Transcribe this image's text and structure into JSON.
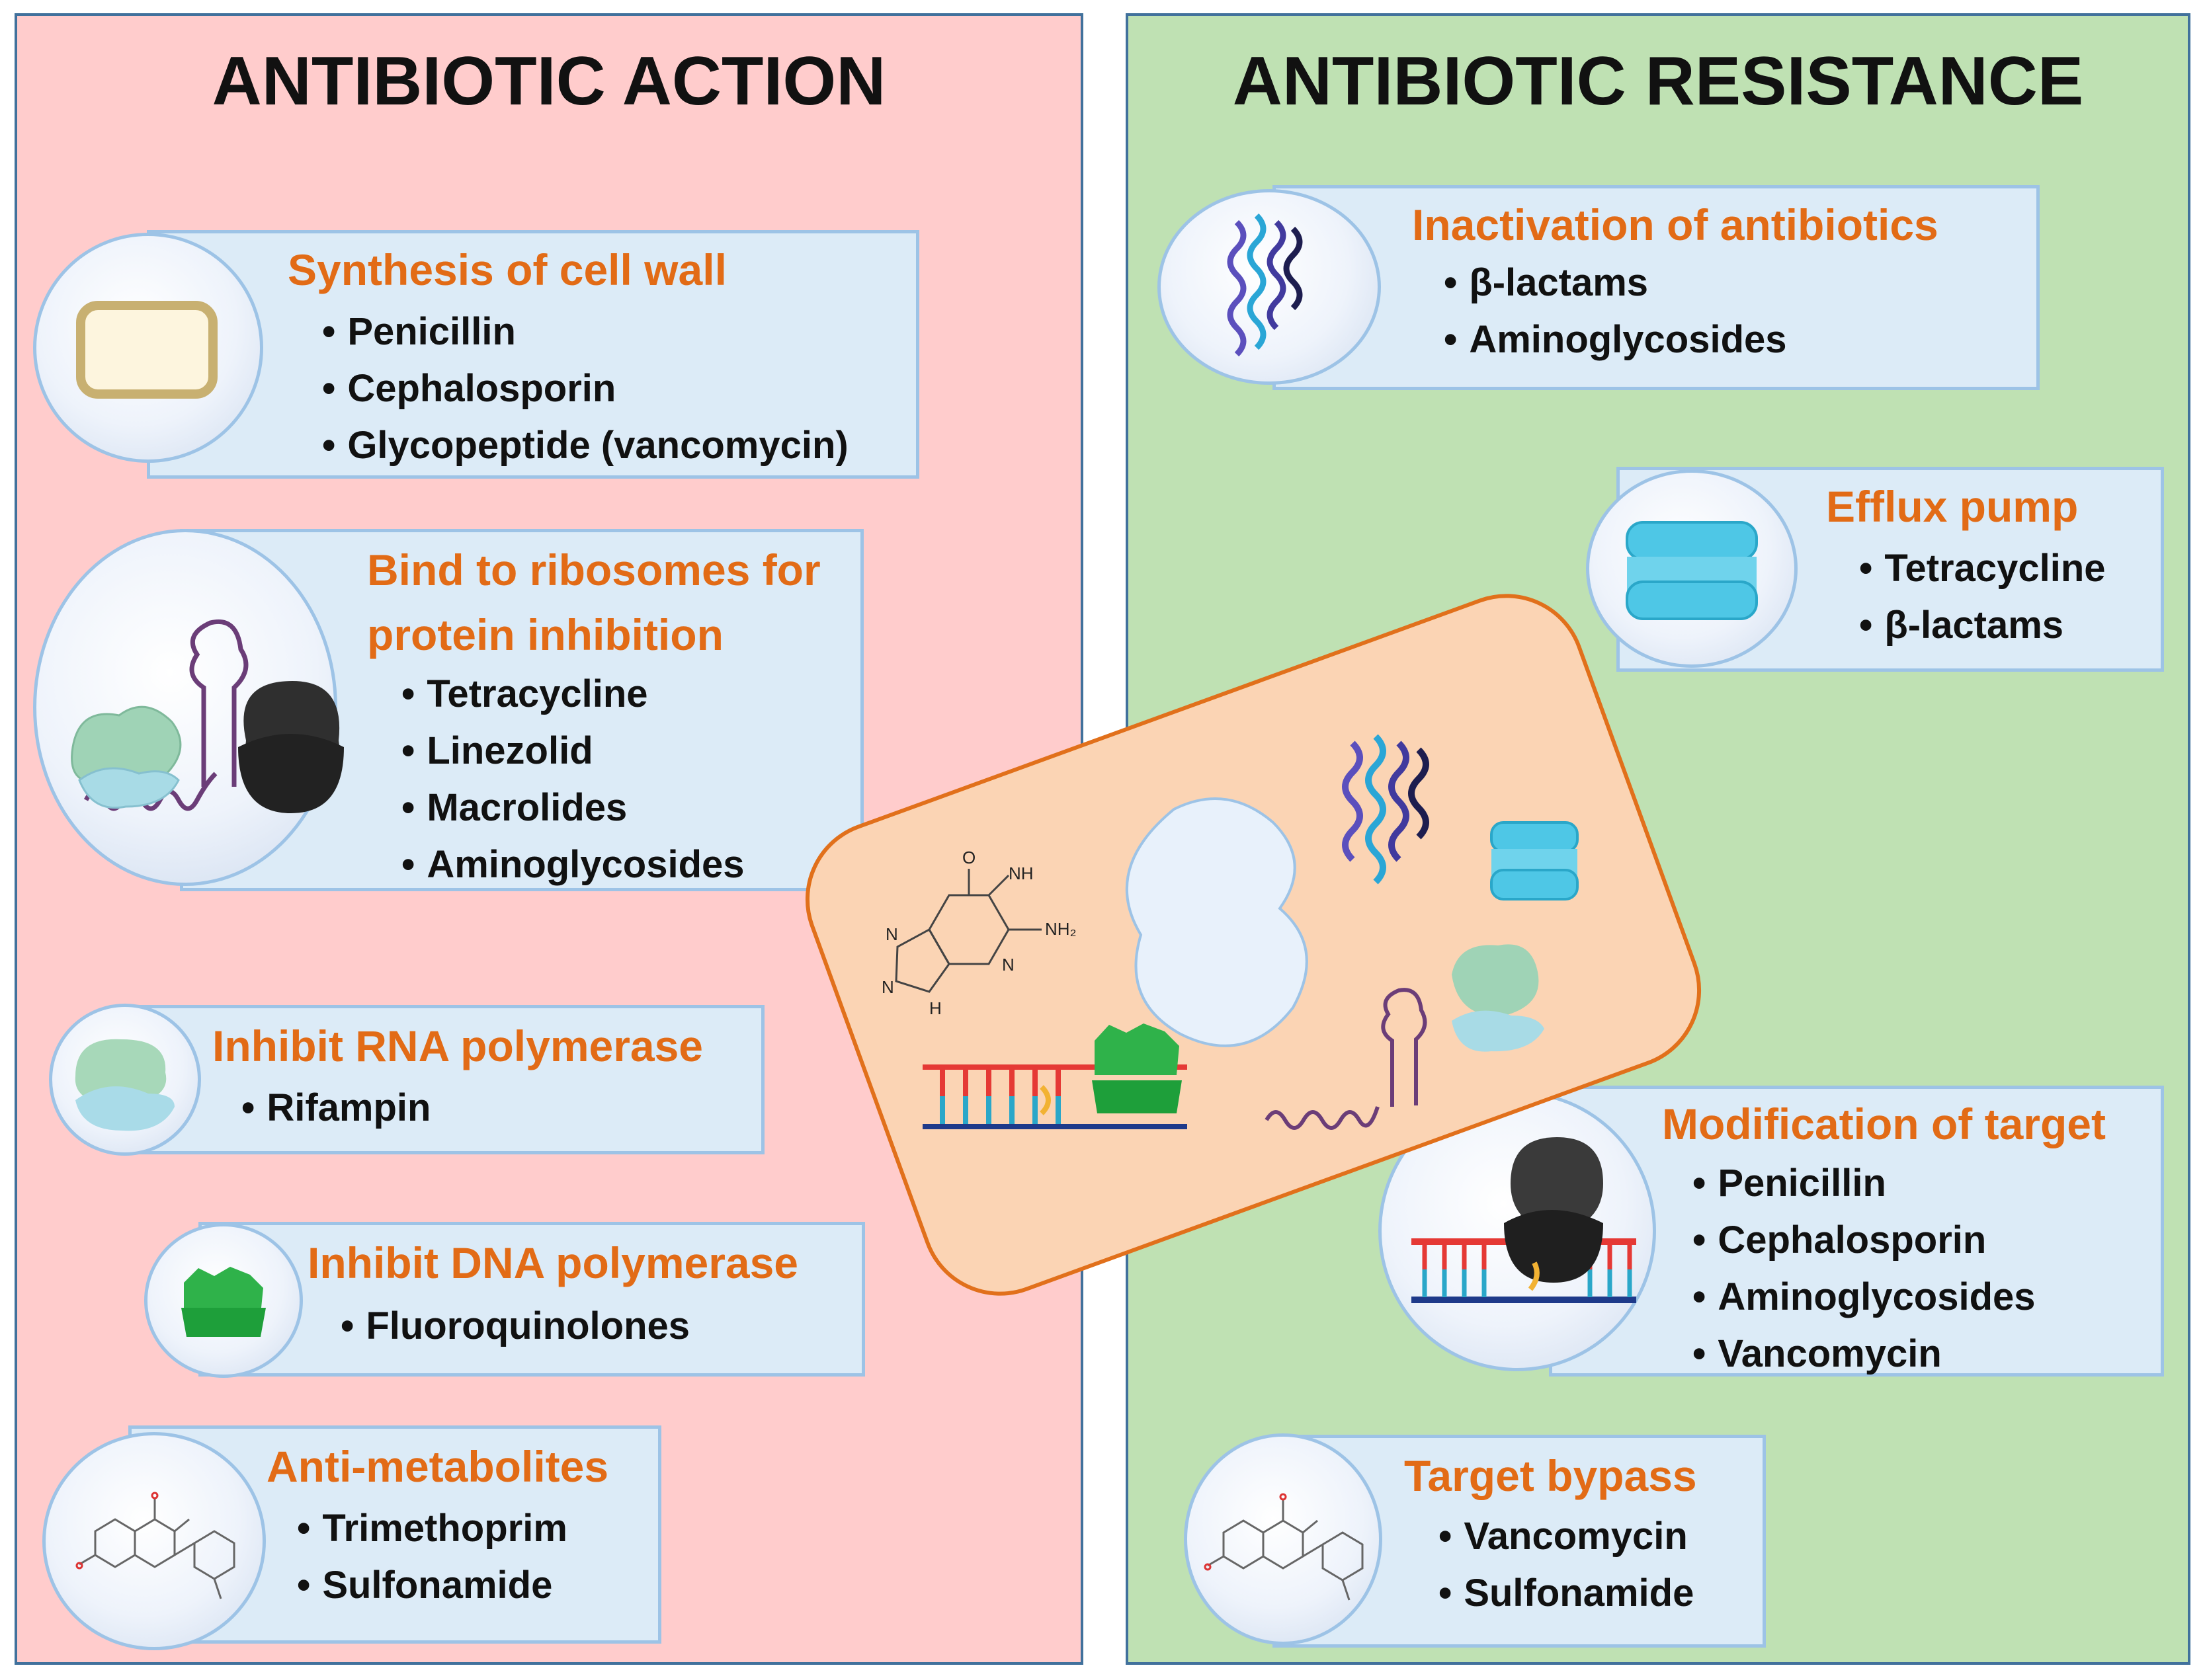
{
  "action": {
    "title": "ANTIBIOTIC ACTION",
    "boxes": [
      {
        "title_lines": [
          "Synthesis of cell wall"
        ],
        "items": [
          "Penicillin",
          "Cephalosporin",
          "Glycopeptide (vancomycin)"
        ]
      },
      {
        "title_lines": [
          "Bind to ribosomes for",
          "protein inhibition"
        ],
        "items": [
          "Tetracycline",
          "Linezolid",
          "Macrolides",
          "Aminoglycosides"
        ]
      },
      {
        "title_lines": [
          "Inhibit RNA polymerase"
        ],
        "items": [
          "Rifampin"
        ]
      },
      {
        "title_lines": [
          "Inhibit DNA polymerase"
        ],
        "items": [
          "Fluoroquinolones"
        ]
      },
      {
        "title_lines": [
          "Anti-metabolites"
        ],
        "items": [
          "Trimethoprim",
          "Sulfonamide"
        ]
      }
    ]
  },
  "resistance": {
    "title": "ANTIBIOTIC RESISTANCE",
    "boxes": [
      {
        "title_lines": [
          "Inactivation of antibiotics"
        ],
        "items": [
          "β-lactams",
          "Aminoglycosides"
        ]
      },
      {
        "title_lines": [
          "Efflux pump"
        ],
        "items": [
          "Tetracycline",
          "β-lactams"
        ]
      },
      {
        "title_lines": [
          "Modification of target"
        ],
        "items": [
          "Penicillin",
          "Cephalosporin",
          "Aminoglycosides",
          "Vancomycin"
        ]
      },
      {
        "title_lines": [
          "Target bypass"
        ],
        "items": [
          "Vancomycin",
          "Sulfonamide"
        ]
      }
    ]
  },
  "molecule_labels": {
    "nh": "NH",
    "n1": "N",
    "n2": "N",
    "n3": "N",
    "nh2": "NH₂",
    "h": "H",
    "o": "O"
  },
  "colors": {
    "action_bg": "#ffcccc",
    "resistance_bg": "#bfe1b3",
    "box_bg": "#dcebf7",
    "box_border": "#9dc3e6",
    "heading_orange": "#e26b16",
    "cell_bg": "#fbd4b4",
    "cell_border": "#e1701b"
  },
  "icons": [
    "cell-wall-icon",
    "ribosome-mrna-icon",
    "rna-polymerase-icon",
    "dna-polymerase-icon",
    "flavonoid-molecule-icon",
    "enzyme-protein-structure-icon",
    "efflux-pump-icon",
    "modified-target-dna-icon",
    "guanine-molecule-icon"
  ]
}
